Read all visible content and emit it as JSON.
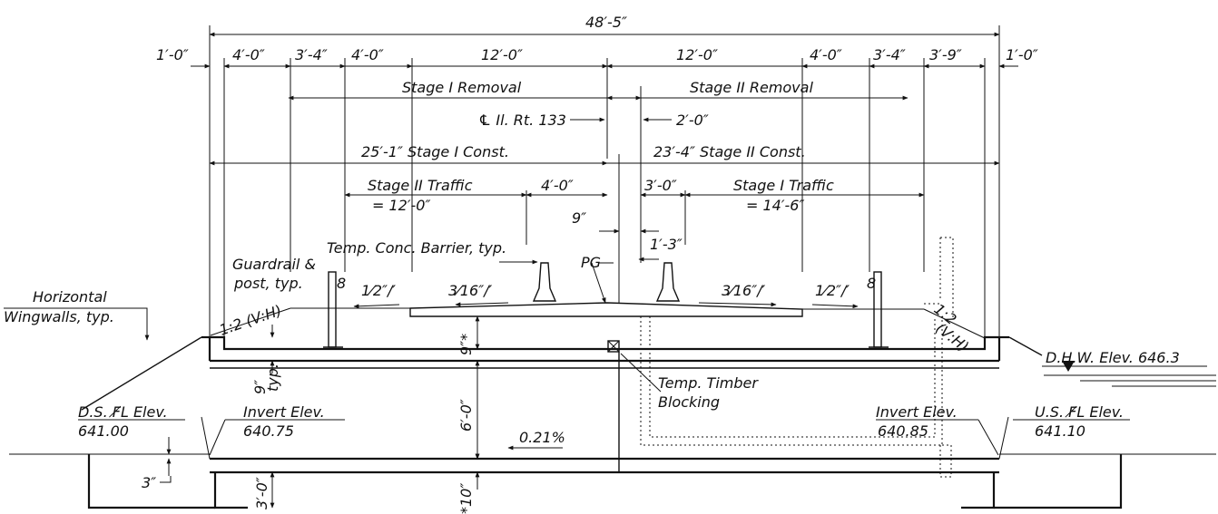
{
  "dimensions": {
    "overall": "48′-5″",
    "left_edge": "1′-0″",
    "right_edge": "1′-0″",
    "seg_1": "4′-0″",
    "seg_2": "3′-4″",
    "seg_3": "4′-0″",
    "seg_4": "12′-0″",
    "seg_5": "12′-0″",
    "seg_6": "4′-0″",
    "seg_7": "3′-4″",
    "seg_8": "3′-9″",
    "centerline_offset": "2′-0″",
    "barrier_offset_left": "4′-0″",
    "barrier_offset_right": "3′-0″",
    "barrier_gap": "9″",
    "barrier_gap_right": "1′-3″",
    "deck_thickness": "9″*",
    "wall_thickness_a": "9″",
    "wall_thickness_b": "typ.",
    "culvert_height": "6′-0″",
    "footing_depth": "3′-0″",
    "bottom_slab": "*10″",
    "edge_drop": "3″"
  },
  "labels": {
    "stage1_removal": "Stage I Removal",
    "stage2_removal": "Stage II Removal",
    "centerline": "℄ Il. Rt. 133",
    "stage1_const": "25′-1″ Stage I Const.",
    "stage2_const": "23′-4″ Stage II Const.",
    "stage2_traffic_a": "Stage II Traffic",
    "stage2_traffic_b": "= 12′-0″",
    "stage1_traffic_a": "Stage I Traffic",
    "stage1_traffic_b": "= 14′-6″",
    "temp_barrier": "Temp. Conc. Barrier, typ.",
    "pg": "PG",
    "guardrail_a": "Guardrail &",
    "guardrail_b": "post, typ.",
    "slope_left": "1:2 (V:H)",
    "slope_right_a": "1:2",
    "slope_right_b": "(V:H)",
    "cross_slope_1": "1⁄2″/′",
    "cross_slope_2": "3⁄16″/′",
    "cross_slope_3": "3⁄16″/′",
    "cross_slope_4": "1⁄2″/′",
    "wingwalls_a": "Horizontal",
    "wingwalls_b": "Wingwalls, typ.",
    "dhw": "D.H.W. Elev. 646.3",
    "timber_a": "Temp. Timber",
    "timber_b": "Blocking",
    "ds_fl": "D.S. F̸L Elev.",
    "ds_fl_val": "641.00",
    "invert_left": "Invert Elev.",
    "invert_left_val": "640.75",
    "invert_right": "Invert Elev.",
    "invert_right_val": "640.85",
    "us_fl": "U.S. F̸L Elev.",
    "us_fl_val": "641.10",
    "grade": "0.21%"
  }
}
